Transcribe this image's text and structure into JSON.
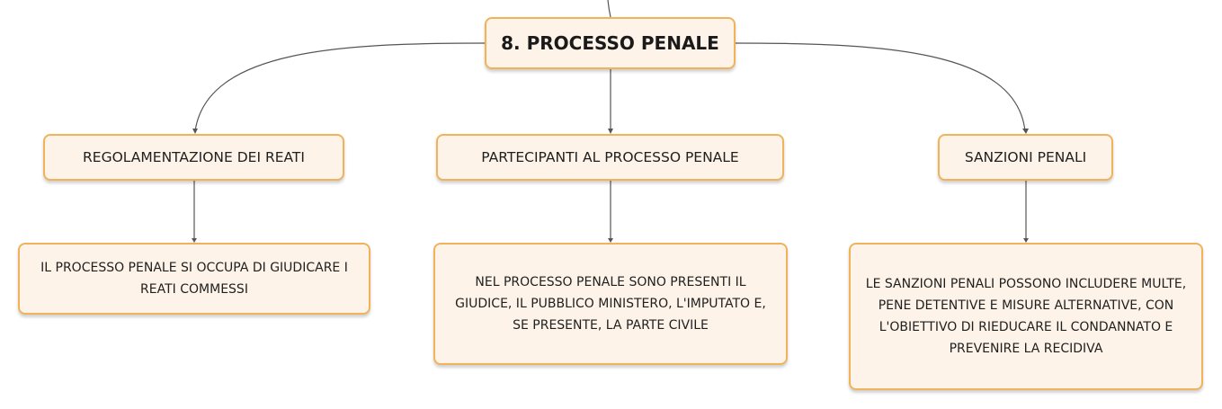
{
  "mindmap": {
    "root": {
      "label": "8. PROCESSO PENALE"
    },
    "branches": [
      {
        "label": "REGOLAMENTAZIONE DEI REATI",
        "detail": "IL PROCESSO PENALE SI OCCUPA DI GIUDICARE I REATI COMMESSI"
      },
      {
        "label": "PARTECIPANTI AL PROCESSO PENALE",
        "detail": "NEL PROCESSO PENALE SONO PRESENTI IL GIUDICE, IL PUBBLICO MINISTERO, L'IMPUTATO E, SE PRESENTE, LA PARTE CIVILE"
      },
      {
        "label": "SANZIONI PENALI",
        "detail": "LE SANZIONI PENALI POSSONO INCLUDERE MULTE, PENE DETENTIVE E MISURE ALTERNATIVE, CON L'OBIETTIVO DI RIEDUCARE IL CONDANNATO E PREVENIRE LA RECIDIVA"
      }
    ]
  },
  "colors": {
    "node_fill": "#fdf3e8",
    "node_border": "#f0b35c",
    "connector": "#555555"
  }
}
